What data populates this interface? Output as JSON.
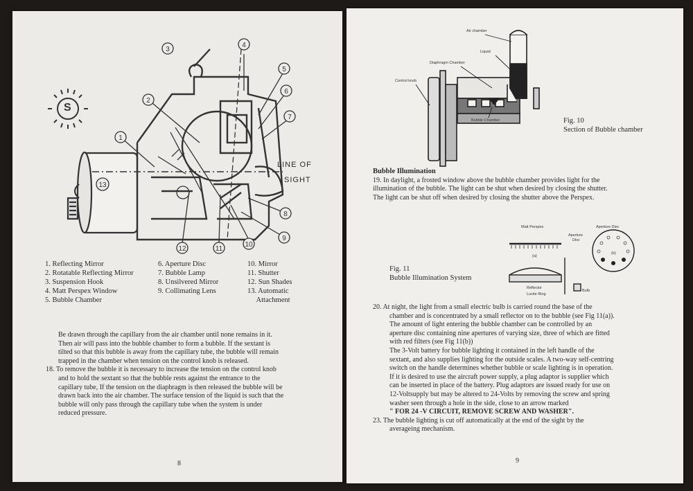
{
  "left_page": {
    "figure_labels": {
      "line_of_sight_1": "LINE OF",
      "line_of_sight_2": "SIGHT",
      "s_badge": "S",
      "callouts": [
        "1",
        "2",
        "3",
        "4",
        "5",
        "6",
        "7",
        "8",
        "9",
        "10",
        "11",
        "12",
        "13"
      ]
    },
    "legend": {
      "col1": [
        "1.   Reflecting Mirror",
        "2.   Rotatable Reflecting Mirror",
        "3.   Suspension Hook",
        "4.   Matt Perspex Window",
        "5.   Bubble Chamber"
      ],
      "col2": [
        "6. Aperture Disc",
        "7. Bubble Lamp",
        "8. Unsilvered Mirror",
        "9.  Collimating Lens"
      ],
      "col3": [
        "10. Mirror",
        "11. Shutter",
        "12. Sun Shades",
        "13. Automatic",
        "     Attachment"
      ]
    },
    "text": [
      "Be drawn through the capillary from the air chamber until none remains in it.",
      "Then air will pass into the bubble chamber to form a bubble. If the sextant is",
      "tilted so that this bubble is away from the capillary tube, the bubble will remain",
      "trapped in the chamber when tension on the control knob is released.",
      "18. To remove the bubble it is necessary to increase the tension on the control knob",
      "and to hold the sextant so that the bubble rests against the entrance to the",
      "capillary tube, If the tension on the diaphragm is then released the bubble will be",
      "drawn back into the air chamber. The surface tension of the liquid is such that the",
      "bubble will only pass through the capillary tube when the system is under",
      "reduced pressure."
    ],
    "page_number": "8"
  },
  "right_page": {
    "fig10_labels": {
      "air_chamber": "Air chamber",
      "liquid": "Liquid",
      "diaphragm_chamber": "Diaphragm Chamber",
      "control_knob": "Control knob",
      "bubble_chamber": "Bubble Chamber"
    },
    "fig10_caption": [
      "Fig. 10",
      "Section of Bubble chamber"
    ],
    "heading": "Bubble Illumination",
    "para19": [
      "19. In daylight, a frosted window above the bubble chamber provides light for the",
      "illumination of the bubble. The light can be shut when desired by closing the shutter.",
      "The light can be shut off when desired by closing the shutter above the Perspex."
    ],
    "fig11_labels": {
      "matt_perspex": "Matt Perspex",
      "aperture_disc_1": "Aperture",
      "aperture_disc_2": "Disc",
      "aperture_disc_top": "Aperture Disc",
      "a": "(a)",
      "b": "(b)",
      "reflector": "Reflector",
      "lucite_ring": "Lucite Ring",
      "bulb": "Bulb"
    },
    "fig11_caption": [
      "Fig. 11",
      "Bubble Illumination System"
    ],
    "para20": [
      "20.  At night, the light from a small electric bulb is carried round the base of the",
      "chamber and is concentrated by a small reflector on to the bubble (see Fig 11(a)).",
      "The amount of light entering the bubble chamber can be controlled by an",
      "aperture disc containing nine apertures of varying size, three of which are fitted",
      "with red filters (see Fig 11(b))",
      "The 3-Volt battery for bubble lighting it contained in the left handle of the",
      "sextant, and also supplies  lighting for the outside scales. A two-way self-centring",
      "switch on the handle determines whether bubble or scale lighting is in operation.",
      " If it is desired to use the aircraft power supply, a plug adaptor is supplier which",
      "can be inserted in place of the battery. Plug adaptors are issued ready for use on",
      "12-Voltsupply but may be altered to 24-Volts by removing the screw and spring",
      "washer seen through a hole in the side, close to an arrow marked",
      "\" FOR 24 -V CIRCUIT, REMOVE SCREW AND WASHER\".",
      "23. The bubble lighting is cut off automatically at the end of the sight by the",
      "averageing mechanism."
    ],
    "page_number": "9"
  }
}
